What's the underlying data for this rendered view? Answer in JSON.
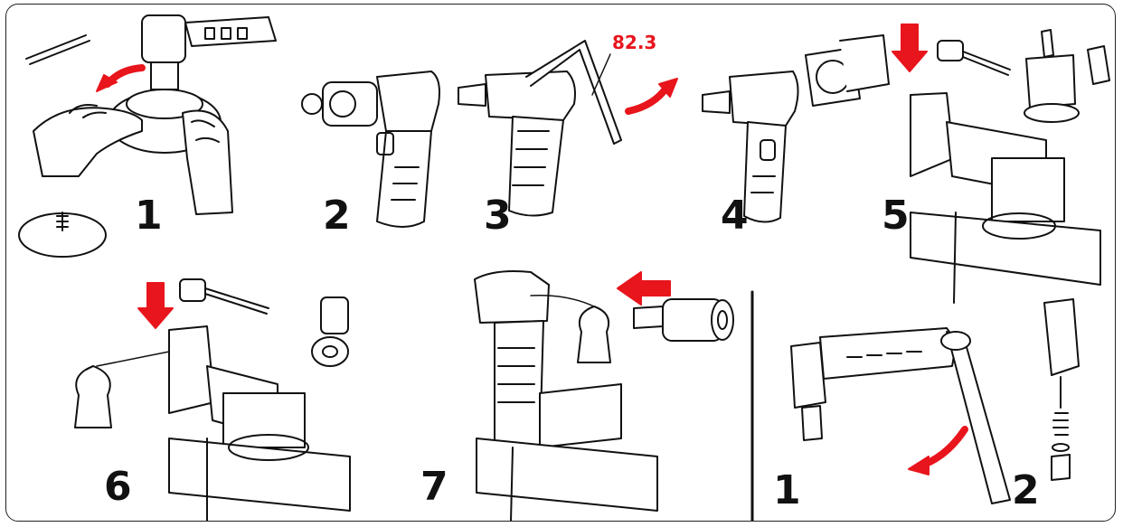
{
  "colors": {
    "accent": "#e8151c",
    "ink": "#111111",
    "background": "#ffffff"
  },
  "steps": [
    {
      "label": "1"
    },
    {
      "label": "2"
    },
    {
      "label": "3"
    },
    {
      "label": "4"
    },
    {
      "label": "5"
    },
    {
      "label": "6"
    },
    {
      "label": "7"
    }
  ],
  "side_steps": [
    {
      "label": "1"
    },
    {
      "label": "2"
    }
  ],
  "measurement": "82.3",
  "icons": [
    "pad-removal-hands",
    "retaining-clip",
    "hex-wrench",
    "rotate-arrow",
    "housing-plate",
    "hammer",
    "down-arrow",
    "vise",
    "oil-can",
    "left-arrow",
    "angle-head-wrench",
    "valve-spring-parts"
  ]
}
